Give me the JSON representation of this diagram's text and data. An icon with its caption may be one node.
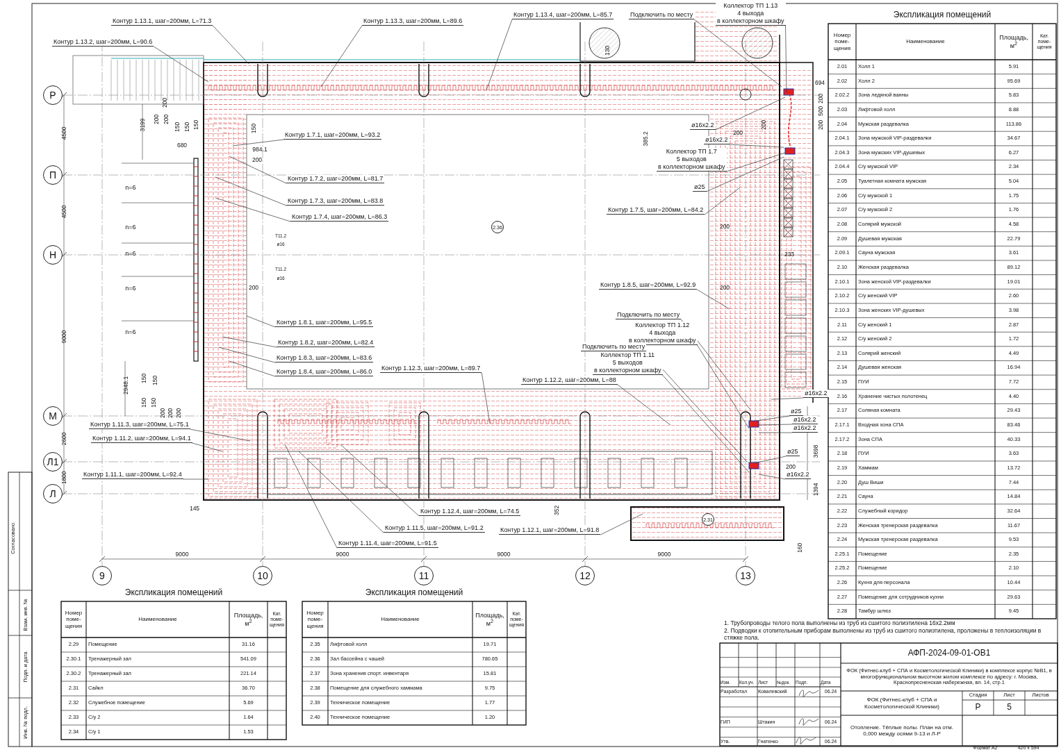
{
  "diagram": {
    "nodes": [
      {
        "text": [
          "Контур 1.13.1, шаг=200мм, L=71.3"
        ]
      },
      {
        "text": [
          "Контур 1.13.2, шаг=200мм, L=90.6"
        ]
      },
      {
        "text": [
          "Контур 1.13.3, шаг=200мм, L=89.6"
        ]
      },
      {
        "text": [
          "Контур 1.13.4, шаг=200мм, L=85.7"
        ]
      },
      {
        "text": [
          "Подключить по месту"
        ]
      },
      {
        "text": [
          "Коллектор ТП 1.13",
          "4 выхода",
          "в коллекторном шкафу"
        ]
      },
      {
        "text": [
          "ø16x2.2"
        ]
      },
      {
        "text": [
          "Контур 1.7.1, шаг=200мм, L=93.2"
        ]
      },
      {
        "text": [
          "ø16x2.2"
        ]
      },
      {
        "text": [
          "Коллектор ТП 1.7",
          "5 выходов",
          "в коллекторном шкафу"
        ]
      },
      {
        "text": [
          "ø25"
        ]
      },
      {
        "text": [
          "Контур 1.7.2, шаг=200мм, L=81.7"
        ]
      },
      {
        "text": [
          "Контур 1.7.3, шаг=200мм, L=83.8"
        ]
      },
      {
        "text": [
          "Контур 1.7.4, шаг=200мм, L=86.3"
        ]
      },
      {
        "text": [
          "Контур 1.7.5, шаг=200мм, L=84.2"
        ]
      },
      {
        "text": [
          "Контур 1.8.5, шаг=200мм, L=92.9"
        ]
      },
      {
        "text": [
          "Контур 1.8.1, шаг=200мм, L=95.5"
        ]
      },
      {
        "text": [
          "Контур 1.8.2, шаг=200мм, L=82.4"
        ]
      },
      {
        "text": [
          "Контур 1.8.3, шаг=200мм, L=83.6"
        ]
      },
      {
        "text": [
          "Контур 1.8.4, шаг=200мм, L=86.0"
        ]
      },
      {
        "text": [
          "Подключить по месту"
        ]
      },
      {
        "text": [
          "Коллектор ТП 1.12",
          "4 выхода",
          "в коллекторном шкафу"
        ]
      },
      {
        "text": [
          "Подключить по месту"
        ]
      },
      {
        "text": [
          "Коллектор ТП 1.11",
          "5 выходов",
          "в коллекторном шкафу"
        ]
      },
      {
        "text": [
          "Контур 1.12.3, шаг=200мм, L=89.7"
        ]
      },
      {
        "text": [
          "Контур 1.12.2, шаг=200мм, L=88"
        ]
      },
      {
        "text": [
          "ø25"
        ]
      },
      {
        "text": [
          "ø16x2.2"
        ]
      },
      {
        "text": [
          "ø16x2.2"
        ]
      },
      {
        "text": [
          "ø25"
        ]
      },
      {
        "text": [
          "ø16x2.2"
        ]
      },
      {
        "text": [
          "ø16x2.2"
        ]
      },
      {
        "text": [
          "Контур 1.11.3, шаг=200мм, L=75.1"
        ]
      },
      {
        "text": [
          "Контур 1.11.2, шаг=200мм, L=94.1"
        ]
      },
      {
        "text": [
          "Контур 1.11.1, шаг=200мм, L=92.4"
        ]
      },
      {
        "text": [
          "Контур 1.12.4, шаг=200мм, L=74.5"
        ]
      },
      {
        "text": [
          "Контур 1.11.5, шаг=200мм, L=91.2"
        ]
      },
      {
        "text": [
          "Контур 1.12.1, шаг=200мм, L=91.8"
        ]
      },
      {
        "text": [
          "Контур 1.11.4, шаг=200мм, L=91.5"
        ]
      },
      {
        "text": [
          "Р"
        ]
      },
      {
        "text": [
          "П"
        ]
      },
      {
        "text": [
          "Н"
        ]
      },
      {
        "text": [
          "М"
        ]
      },
      {
        "text": [
          "Л1"
        ]
      },
      {
        "text": [
          "Л"
        ]
      },
      {
        "text": [
          "9"
        ]
      },
      {
        "text": [
          "10"
        ]
      },
      {
        "text": [
          "11"
        ]
      },
      {
        "text": [
          "12"
        ]
      },
      {
        "text": [
          "13"
        ]
      },
      {
        "text": [
          "2.36"
        ]
      },
      {
        "text": [
          "2.31"
        ]
      }
    ],
    "edges": [
      {
        "from": 0,
        "to": null,
        "arrow": "none"
      },
      {
        "from": 1,
        "to": null,
        "arrow": "none"
      },
      {
        "from": 2,
        "to": null,
        "arrow": "none"
      },
      {
        "from": 3,
        "to": null,
        "arrow": "none"
      },
      {
        "from": 4,
        "to": null,
        "arrow": "none"
      },
      {
        "from": 5,
        "to": null,
        "arrow": "none"
      },
      {
        "from": 6,
        "to": null,
        "arrow": "none"
      },
      {
        "from": 7,
        "to": null,
        "arrow": "none"
      },
      {
        "from": 8,
        "to": null,
        "arrow": "none"
      },
      {
        "from": 9,
        "to": null,
        "arrow": "none"
      },
      {
        "from": 10,
        "to": null,
        "arrow": "none"
      },
      {
        "from": 11,
        "to": null,
        "arrow": "none"
      },
      {
        "from": 12,
        "to": null,
        "arrow": "none"
      },
      {
        "from": 13,
        "to": null,
        "arrow": "none"
      },
      {
        "from": 14,
        "to": null,
        "arrow": "none"
      },
      {
        "from": 15,
        "to": null,
        "arrow": "none"
      },
      {
        "from": 16,
        "to": null,
        "arrow": "none"
      },
      {
        "from": 17,
        "to": null,
        "arrow": "none"
      },
      {
        "from": 18,
        "to": null,
        "arrow": "none"
      },
      {
        "from": 19,
        "to": null,
        "arrow": "none"
      },
      {
        "from": 20,
        "to": null,
        "arrow": "none"
      },
      {
        "from": 21,
        "to": null,
        "arrow": "none"
      },
      {
        "from": 22,
        "to": null,
        "arrow": "none"
      },
      {
        "from": 23,
        "to": null,
        "arrow": "none"
      },
      {
        "from": 24,
        "to": null,
        "arrow": "none"
      },
      {
        "from": 25,
        "to": null,
        "arrow": "none"
      },
      {
        "from": 26,
        "to": null,
        "arrow": "none"
      },
      {
        "from": 27,
        "to": null,
        "arrow": "none"
      },
      {
        "from": 28,
        "to": null,
        "arrow": "none"
      },
      {
        "from": 29,
        "to": null,
        "arrow": "none"
      },
      {
        "from": 30,
        "to": null,
        "arrow": "none"
      },
      {
        "from": 31,
        "to": null,
        "arrow": "none"
      },
      {
        "from": 32,
        "to": null,
        "arrow": "none"
      },
      {
        "from": 33,
        "to": null,
        "arrow": "none"
      },
      {
        "from": 34,
        "to": null,
        "arrow": "none"
      },
      {
        "from": 35,
        "to": null,
        "arrow": "none"
      },
      {
        "from": 36,
        "to": null,
        "arrow": "none"
      },
      {
        "from": 37,
        "to": null,
        "arrow": "none"
      },
      {
        "from": 38,
        "to": null,
        "arrow": "none"
      }
    ],
    "labels": [
      "Экспликация помещений",
      "Номер поме- щения",
      "Наименование",
      "Площадь, м$^{2}$",
      "Кат. поме- щения",
      "2.01",
      "Холл 1",
      "5.91",
      "2.02",
      "Холл 2",
      "95.69",
      "2.02.2",
      "Зона ледяной ванны",
      "5.83",
      "2.03",
      "Лифтовой холл",
      "8.88",
      "2.04",
      "Мужская раздевалка",
      "113.86",
      "2.04.1",
      "Зона мужской VIP-раздевалки",
      "34.67",
      "2.04.3",
      "Зона мужских VIP-душевых",
      "6.27",
      "2.04.4",
      "С/у мужской VIP",
      "2.34",
      "2.05",
      "Туалетная комната мужская",
      "5.04",
      "2.06",
      "С/у мужской 1",
      "1.75",
      "2.07",
      "С/у мужской 2",
      "1.76",
      "2.08",
      "Солярий мужской",
      "4.58",
      "2.09",
      "Душевая мужская",
      "22.79",
      "2.09.1",
      "Сауна мужская",
      "3.61",
      "2.10",
      "Женская раздевалка",
      "89.12",
      "2.10.1",
      "Зона женской VIP-раздевалки",
      "19.01",
      "2.10.2",
      "С/у женский VIP",
      "2.60",
      "2.10.3",
      "Зона женских VIP-душевых",
      "3.98",
      "2.11",
      "С/у женский 1",
      "2.87",
      "2.12",
      "С/у женский 2",
      "1.72",
      "2.13",
      "Солярий женский",
      "4.49",
      "2.14",
      "Душевая женская",
      "16.94",
      "2.15",
      "ПУИ",
      "7.72",
      "2.16",
      "Хранение чистых полотенец",
      "4.40",
      "2.17",
      "Соляная комната",
      "29.43",
      "2.17.1",
      "Входная хона СПА",
      "83.46",
      "2.17.2",
      "Зона СПА",
      "40.33",
      "2.18",
      "ПУИ",
      "3.63",
      "2.19",
      "Хаммам",
      "13.72",
      "2.20",
      "Душ Виши",
      "7.44",
      "2.21",
      "Сауна",
      "14.84",
      "2.22",
      "Служебный коридор",
      "32.64",
      "2.23",
      "Женская тренерская раздевалка",
      "11.67",
      "2.24",
      "Мужская тренерская раздевалка",
      "9.53",
      "2.25.1",
      "Помещение",
      "2.35",
      "2.25.2",
      "Помещение",
      "2.10",
      "2.26",
      "Кухня для персонала",
      "10.44",
      "2.27",
      "Помещение для сотрудников кухни",
      "29.63",
      "2.28",
      "Тамбур шлюз",
      "9.45",
      "Экспликация помещений",
      "Номер поме- щения",
      "Наименование",
      "Площадь, м$^{2}$",
      "Кат. поме- щения",
      "2.29",
      "Помещение",
      "31.16",
      "2.30.1",
      "Тренажерный зал",
      "541.09",
      "2.30.2",
      "Тренажерный зал",
      "221.14",
      "2.31",
      "Сайкл",
      "36.70",
      "2.32",
      "Служебное помещение",
      "5.69",
      "2.33",
      "С/у 2",
      "1.64",
      "2.34",
      "С/у 1",
      "1.53",
      "Экспликация помещений",
      "Номер поме- щения",
      "Наименование",
      "Площадь, м$^{2}$",
      "Кат. поме- щения",
      "2.35",
      "Лифтовой холл",
      "19.71",
      "2.36",
      "Зал бассейна с чашей",
      "780.65",
      "2.37",
      "Зона хранения спорт. инвентаря",
      "15.81",
      "2.38",
      "Помещение для служебного хаммама",
      "9.75",
      "2.39",
      "Техническое помещение",
      "1.77",
      "2.40",
      "Техническое помещение",
      "1.20",
      "1. Трубопроводы телого пола выполнены из труб из сшитого полиэтилена 16x2.2мм",
      "2. Подводки к отопительным приборам выполнены из труб из сшитого полиэтилена, проложены в теплоизоляции в стяжке пола.",
      "Изм.",
      "Кол.уч.",
      "Лист",
      "№док.",
      "Подп.",
      "Дата",
      "Разработал",
      "Ковалевский",
      "06.24",
      "ГИП",
      "Штакин",
      "06.24",
      "Утв.",
      "Гнатенко",
      "06.24",
      "АФП-2024-09-01-ОВ1",
      "ФОК (Фитнес-клуб + СПА и Косметологической Клиники) в комплексе корпус №В1, в многофункциональном высотном жилом комплексе по адресу: г. Москва, Краснопресненская набережная, вл. 14, стр.1",
      "ФОК (Фитнес-клуб + СПА и Косметологической Клиники)",
      "Стадия",
      "Лист",
      "Листов",
      "Р",
      "5",
      "Отопление. Тёплые полы. План на отм. 0,000 между осями 9-13 и Л-Р",
      "Формат А2",
      "420 x 594",
      "Согласовано",
      "Взам. инв. №",
      "Подп. и дата",
      "Инв. № подл.",
      "n=6",
      "n=6",
      "n=6",
      "n=6",
      "n=6",
      "Т11.2",
      "ø16",
      "Т11.2",
      "ø16",
      "4500",
      "4500",
      "9000",
      "2600",
      "1800",
      "3199",
      "200",
      "200",
      "200",
      "150",
      "150",
      "150",
      "680",
      "984.1",
      "200",
      "150",
      "200",
      "2948.1",
      "150",
      "150",
      "150",
      "150",
      "200",
      "200",
      "200",
      "145",
      "352",
      "9000",
      "9000",
      "9000",
      "9000",
      "160",
      "130",
      "694",
      "200",
      "500",
      "200",
      "200",
      "385.2",
      "200",
      "200",
      "233",
      "200",
      "200",
      "3698",
      "1394"
    ]
  }
}
